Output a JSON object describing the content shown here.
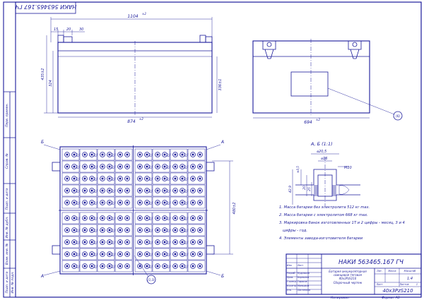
{
  "sheet": {
    "designation_top": "НАКИ 563465.167 ГЧ",
    "copied": "Копировал",
    "format": "Формат   A3"
  },
  "left_margin": {
    "first_use": "Перв. примен.",
    "ref_no": "Справ. №",
    "sign_date_1": "Подп. и дата",
    "inv_dup": "Инв. № дубл.",
    "inv_replace": "Взам. инв. №",
    "sign_date_2": "Подп. и дата",
    "inv_orig": "Инв. № подл."
  },
  "front_view": {
    "dim_top": "1104",
    "dim_tol": "±2",
    "dim_15": "15",
    "dim_20": "20",
    "dim_30": "30",
    "dim_height": "435±2",
    "dim_inner": "324",
    "dim_right": "336±1",
    "dim_bottom": "874",
    "dim_bottom_tol": "±2"
  },
  "side_view": {
    "dim_bottom": "694",
    "dim_bottom_tol": "±2",
    "callout": "(6)"
  },
  "plan_view": {
    "label_b_left": "Б",
    "label_a_right": "А",
    "label_a_left": "А",
    "label_b_right": "Б",
    "dim_right": "480±2",
    "callout": "(1,3)"
  },
  "section": {
    "title": "А, Б (1:1)",
    "dim_d203": "⌀20,5",
    "dim_d16": "⌀16",
    "thread": "М10",
    "dim_20": "20",
    "dim_25": "25",
    "dim_429": "42,9",
    "dim_sub": "±0,5"
  },
  "notes": [
    "1. Масса батареи без электролита 512 кг max.",
    "2. Масса батареи с электролитом 668 кг max.",
    "3. Маркировка банок изготовленных 1Т и 2 цифры - месяц, 3 и 4",
    "цифры - год.",
    "4. Элементы завода-изготовителя батареи"
  ],
  "title_block": {
    "designation": "НАКИ 563465.167 ГЧ",
    "name_1": "Батарея аккумуляторная",
    "name_2": "свинцовая тяговая",
    "name_3": "40х3PzS210",
    "name_4": "Сборочный чертеж",
    "col_lit": "Лит.",
    "col_mass": "Масса",
    "col_scale": "Масштаб",
    "scale": "1:4",
    "col_sheet": "Лист",
    "col_sheets": "Листов",
    "sheets": "1",
    "product": "40х3PzS210",
    "rows": [
      {
        "role": "Изм.",
        "name": "Лист"
      },
      {
        "role": "Разраб.",
        "name": "Кудряшов"
      },
      {
        "role": "Пров.",
        "name": "Корнилов"
      },
      {
        "role": "Т.контр.",
        "name": "Тарасов"
      },
      {
        "role": "Н.контр.",
        "name": "Маньяков"
      },
      {
        "role": "Утв.",
        "name": "Лаптенков"
      }
    ]
  }
}
